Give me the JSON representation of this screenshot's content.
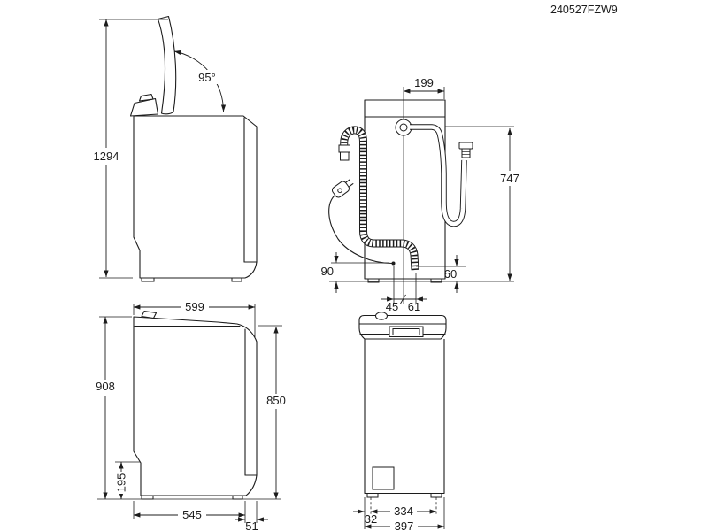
{
  "header": {
    "doc_code": "240527FZW9"
  },
  "dims": {
    "side_open": {
      "lid_angle": "95°",
      "height_lid_open": "1294"
    },
    "back": {
      "inlet_offset": "199",
      "inlet_hose_height": "747",
      "cord_height": "90",
      "drain_hose_height": "60",
      "cord_to_center": "45",
      "center_to_drain": "61"
    },
    "side": {
      "depth": "599",
      "height_total": "908",
      "height_body": "850",
      "plinth_height": "195",
      "base_depth": "545",
      "rear_overhang": "51"
    },
    "front": {
      "feet_spacing": "334",
      "foot_inset": "32",
      "width": "397"
    }
  }
}
